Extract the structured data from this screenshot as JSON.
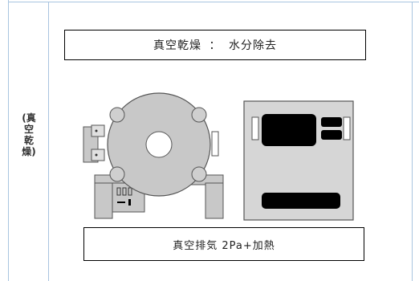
{
  "side_label": {
    "lines": [
      "(真",
      "空",
      "乾",
      "燥)"
    ]
  },
  "title_box": {
    "text": "真空乾燥 ： 水分除去"
  },
  "bottom_box": {
    "text": "真空排気 2Pa+加熱"
  },
  "colors": {
    "border": "#a8c4e0",
    "machine_fill": "#c8c8c8",
    "panel_fill": "#d6d6d6",
    "outline": "#555555",
    "black": "#000000"
  }
}
